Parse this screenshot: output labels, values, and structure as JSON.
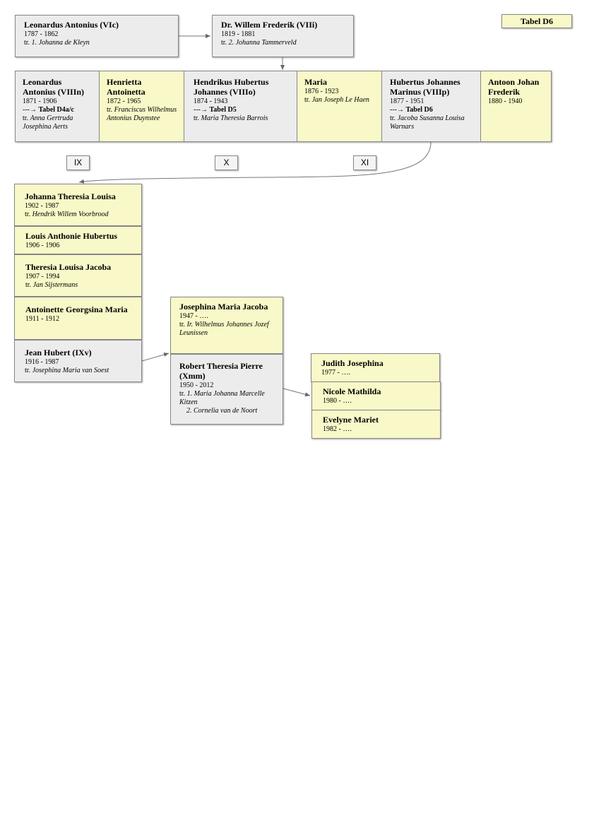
{
  "table_label": "Tabel D6",
  "generation_vi": {
    "name": "Leonardus Antonius (VIc)",
    "dates": "1787 - 1862",
    "spouse_prefix": "tr. ",
    "spouse": "1. Johanna de Kleyn"
  },
  "generation_vii": {
    "name": "Dr. Willem Frederik (VIIi)",
    "dates": "1819 - 1881",
    "spouse_prefix": "tr. ",
    "spouse": "2. Johanna Tammerveld"
  },
  "generation_viii": [
    {
      "name": "Leonardus Antonius (VIIIn)",
      "dates": "1871 - 1906",
      "ref_arrow": "---→ ",
      "ref": "Tabel D4a/c",
      "spouse_prefix": "tr. ",
      "spouse": "Anna Gertruda Josephina Aerts"
    },
    {
      "name": "Henrietta Antoinetta",
      "dates": "1872 - 1965",
      "spouse_prefix": "tr. ",
      "spouse": "Franciscus Wilhelmus Antonius Duynstee"
    },
    {
      "name": "Hendrikus Hubertus Johannes (VIIIo)",
      "dates": "1874 - 1943",
      "ref_arrow": "---→ ",
      "ref": "Tabel D5",
      "spouse_prefix": "tr. ",
      "spouse": "Maria Theresia Barrois"
    },
    {
      "name": "Maria",
      "dates": "1876 - 1923",
      "spouse_prefix": "tr. ",
      "spouse": "Jan Joseph Le Haen"
    },
    {
      "name": "Hubertus Johannes Marinus (VIIIp)",
      "dates": "1877 - 1951",
      "ref_arrow": "---→ ",
      "ref": "Tabel D6",
      "spouse_prefix": "tr. ",
      "spouse": "Jacoba Susanna Louisa Warnars"
    },
    {
      "name": "Antoon Johan Frederik",
      "dates": "1880 - 1940"
    }
  ],
  "roman_labels": [
    "IX",
    "X",
    "XI"
  ],
  "generation_ix": [
    {
      "name": "Johanna Theresia Louisa",
      "dates": "1902 - 1987",
      "spouse_prefix": "tr. ",
      "spouse": "Hendrik Willem Voorbrood"
    },
    {
      "name": "Louis Anthonie Hubertus",
      "dates": "1906 - 1906"
    },
    {
      "name": "Theresia Louisa Jacoba",
      "dates": "1907 - 1994",
      "spouse_prefix": "tr. ",
      "spouse": "Jan Sijstermans"
    },
    {
      "name": "Antoinette Georgsina Maria",
      "dates": "1911 - 1912"
    },
    {
      "name": "Jean Hubert (IXv)",
      "dates": "1916 - 1987",
      "spouse_prefix": "tr. ",
      "spouse": "Josephina Maria van Soest"
    }
  ],
  "generation_x": [
    {
      "name": "Josephina Maria Jacoba",
      "dates": "1947 - ….",
      "spouse_prefix": "tr. ",
      "spouse": "Ir. Wilhelmus Johannes Jozef Leunissen"
    },
    {
      "name": "Robert Theresia Pierre (Xmm)",
      "dates": "1950 - 2012",
      "spouse_prefix": "tr. ",
      "spouse": "1. Maria Johanna Marcelle Kitzen",
      "spouse2": "2. Cornelia van de Noort"
    }
  ],
  "generation_xi": [
    {
      "name": "Judith Josephina",
      "dates": "1977 - …."
    },
    {
      "name": "Nicole Mathilda",
      "dates": "1980 - …."
    },
    {
      "name": "Evelyne Mariet",
      "dates": "1982 - …."
    }
  ]
}
